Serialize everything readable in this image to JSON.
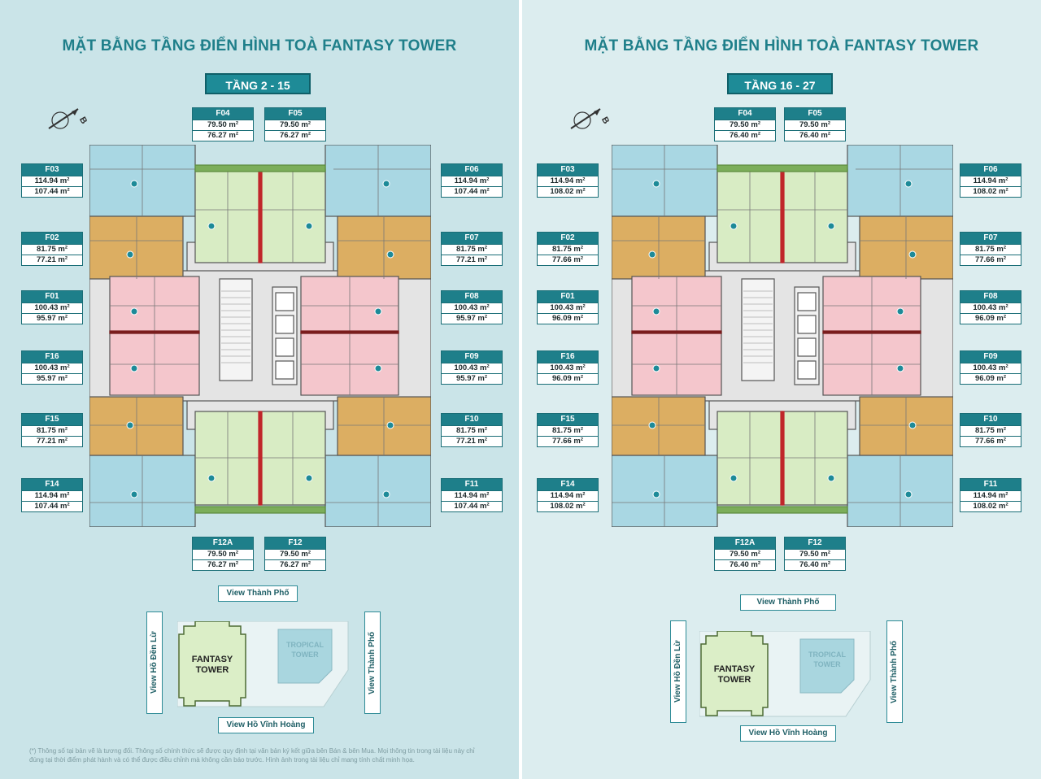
{
  "title": "MẶT BẰNG TẦNG ĐIỂN HÌNH TOÀ FANTASY TOWER",
  "compass_letter": "B",
  "panels": [
    {
      "floor": "TẦNG 2 - 15",
      "units": {
        "F03": [
          "114.94 m²",
          "107.44 m²"
        ],
        "F02": [
          "81.75 m²",
          "77.21 m²"
        ],
        "F01": [
          "100.43 m²",
          "95.97 m²"
        ],
        "F16": [
          "100.43 m²",
          "95.97 m²"
        ],
        "F15": [
          "81.75 m²",
          "77.21 m²"
        ],
        "F14": [
          "114.94 m²",
          "107.44 m²"
        ],
        "F04": [
          "79.50 m²",
          "76.27 m²"
        ],
        "F05": [
          "79.50 m²",
          "76.27 m²"
        ],
        "F06": [
          "114.94 m²",
          "107.44 m²"
        ],
        "F07": [
          "81.75 m²",
          "77.21 m²"
        ],
        "F08": [
          "100.43 m²",
          "95.97 m²"
        ],
        "F09": [
          "100.43 m²",
          "95.97 m²"
        ],
        "F10": [
          "81.75 m²",
          "77.21 m²"
        ],
        "F11": [
          "114.94 m²",
          "107.44 m²"
        ],
        "F12A": [
          "79.50 m²",
          "76.27 m²"
        ],
        "F12": [
          "79.50 m²",
          "76.27 m²"
        ]
      }
    },
    {
      "floor": "TẦNG 16 - 27",
      "units": {
        "F03": [
          "114.94 m²",
          "108.02 m²"
        ],
        "F02": [
          "81.75 m²",
          "77.66 m²"
        ],
        "F01": [
          "100.43 m²",
          "96.09 m²"
        ],
        "F16": [
          "100.43 m²",
          "96.09 m²"
        ],
        "F15": [
          "81.75 m²",
          "77.66 m²"
        ],
        "F14": [
          "114.94 m²",
          "108.02 m²"
        ],
        "F04": [
          "79.50 m²",
          "76.40 m²"
        ],
        "F05": [
          "79.50 m²",
          "76.40 m²"
        ],
        "F06": [
          "114.94 m²",
          "108.02 m²"
        ],
        "F07": [
          "81.75 m²",
          "77.66 m²"
        ],
        "F08": [
          "100.43 m²",
          "96.09 m²"
        ],
        "F09": [
          "100.43 m²",
          "96.09 m²"
        ],
        "F10": [
          "81.75 m²",
          "77.66 m²"
        ],
        "F11": [
          "114.94 m²",
          "108.02 m²"
        ],
        "F12A": [
          "79.50 m²",
          "76.40 m²"
        ],
        "F12": [
          "79.50 m²",
          "76.40 m²"
        ]
      }
    }
  ],
  "views": {
    "top": "View Thành Phố",
    "bottom": "View Hồ Vĩnh Hoàng",
    "left": "View Hồ Đền Lừ",
    "right": "View Thành Phố"
  },
  "site": {
    "fantasy": "FANTASY TOWER",
    "tropical": "TROPICAL TOWER"
  },
  "footnote": "(*) Thông số tại bản vẽ là tương đối. Thông số chính thức sẽ được quy định tại văn bản ký kết giữa bên Bán & bên Mua. Mọi thông tin trong tài liệu này chỉ đúng tại thời điểm phát hành và có thể được điều chỉnh mà không cần báo trước. Hình ảnh trong tài liệu chỉ mang tính chất minh họa.",
  "colors": {
    "blue_unit": "#a9d7e3",
    "orange_unit": "#dcae62",
    "pink_unit": "#f4c6cc",
    "green_unit": "#d8ecc4",
    "accent": "#1e7f8a"
  }
}
